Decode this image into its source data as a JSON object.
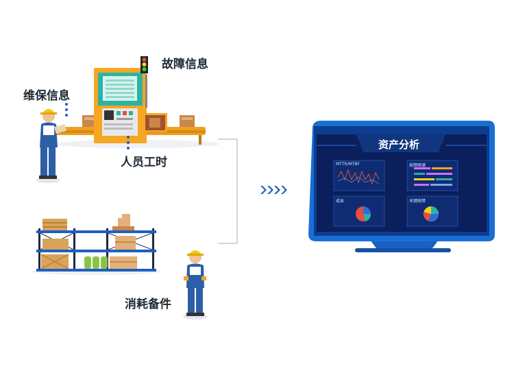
{
  "labels": {
    "fault_info": "故障信息",
    "maintenance_info": "维保信息",
    "labor_hours": "人员工时",
    "spare_parts": "消耗备件"
  },
  "monitor": {
    "title": "资产分析",
    "panels": [
      {
        "title": "MTTR/MTBF"
      },
      {
        "title": "故障图谱"
      },
      {
        "title": "成本"
      },
      {
        "title": "关键故障"
      }
    ]
  },
  "colors": {
    "accent_blue": "#1e5fbf",
    "monitor_frame": "#1a6fd6",
    "screen_dark": "#0a1f5c",
    "machine_orange": "#f5a623",
    "machine_teal": "#2bb3a3",
    "conveyor_brown": "#a0522d"
  }
}
